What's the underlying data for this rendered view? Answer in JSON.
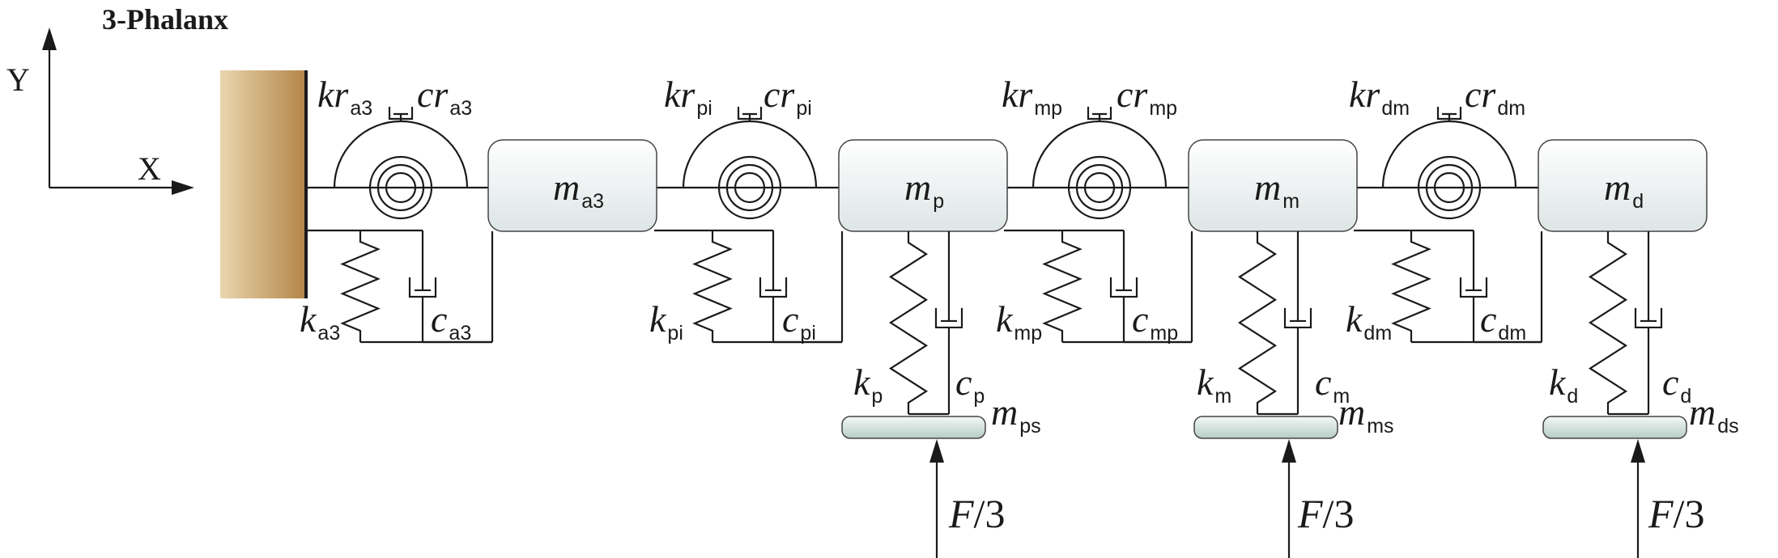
{
  "title": "3-Phalanx",
  "axes": {
    "y": "Y",
    "x": "X"
  },
  "masses": [
    {
      "base": "m",
      "sub": "a3"
    },
    {
      "base": "m",
      "sub": "p"
    },
    {
      "base": "m",
      "sub": "m"
    },
    {
      "base": "m",
      "sub": "d"
    }
  ],
  "rotational": [
    {
      "kr_base": "kr",
      "kr_sub": "a3",
      "cr_base": "cr",
      "cr_sub": "a3"
    },
    {
      "kr_base": "kr",
      "kr_sub": "pi",
      "cr_base": "cr",
      "cr_sub": "pi"
    },
    {
      "kr_base": "kr",
      "kr_sub": "mp",
      "cr_base": "cr",
      "cr_sub": "mp"
    },
    {
      "kr_base": "kr",
      "kr_sub": "dm",
      "cr_base": "cr",
      "cr_sub": "dm"
    }
  ],
  "joint_links": [
    {
      "k_base": "k",
      "k_sub": "a3",
      "c_base": "c",
      "c_sub": "a3"
    },
    {
      "k_base": "k",
      "k_sub": "pi",
      "c_base": "c",
      "c_sub": "pi"
    },
    {
      "k_base": "k",
      "k_sub": "mp",
      "c_base": "c",
      "c_sub": "mp"
    },
    {
      "k_base": "k",
      "k_sub": "dm",
      "c_base": "c",
      "c_sub": "dm"
    }
  ],
  "soft_links": [
    {
      "k_base": "k",
      "k_sub": "p",
      "c_base": "c",
      "c_sub": "p",
      "m_base": "m",
      "m_sub": "ps"
    },
    {
      "k_base": "k",
      "k_sub": "m",
      "c_base": "c",
      "c_sub": "m",
      "m_base": "m",
      "m_sub": "ms"
    },
    {
      "k_base": "k",
      "k_sub": "d",
      "c_base": "c",
      "c_sub": "d",
      "m_base": "m",
      "m_sub": "ds"
    }
  ],
  "forces": [
    {
      "main": "F",
      "tail": "/3"
    },
    {
      "main": "F",
      "tail": "/3"
    },
    {
      "main": "F",
      "tail": "/3"
    }
  ],
  "colors": {
    "line": "#1a1a1a",
    "wall_light": "#e8d2a8",
    "wall_dark": "#b88a4a",
    "mass_light": "#ffffff",
    "mass_dark": "#dfe7e7",
    "pad_dark": "#b8cfc8"
  }
}
